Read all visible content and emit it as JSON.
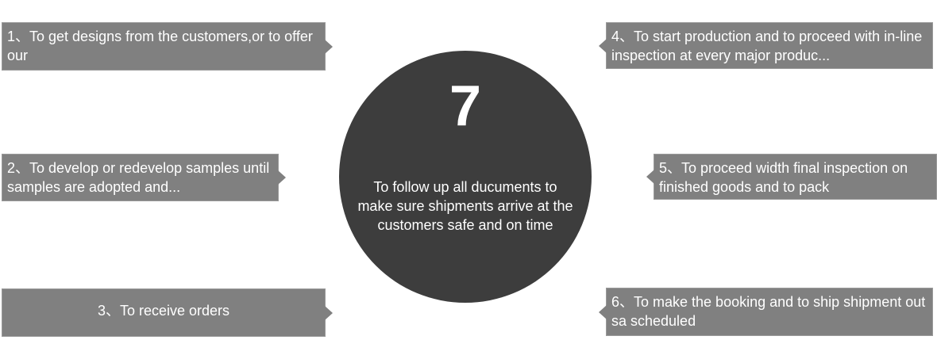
{
  "steps": {
    "step1": "1、To get designs from the customers,or to offer our",
    "step2": "2、To develop or redevelop samples until samples are adopted and...",
    "step3": "3、To receive orders",
    "step4": "4、To start production and to proceed with in-line inspection at every major produc...",
    "step5": "5、To proceed width final inspection on finished goods and to pack",
    "step6": "6、To make the booking and to ship shipment out sa scheduled"
  },
  "center": {
    "number": "7",
    "text": "To follow up all ducuments to make sure shipments arrive at the customers safe and on time"
  },
  "colors": {
    "box": "#808080",
    "circle": "#3d3d3d",
    "text": "#ffffff"
  }
}
